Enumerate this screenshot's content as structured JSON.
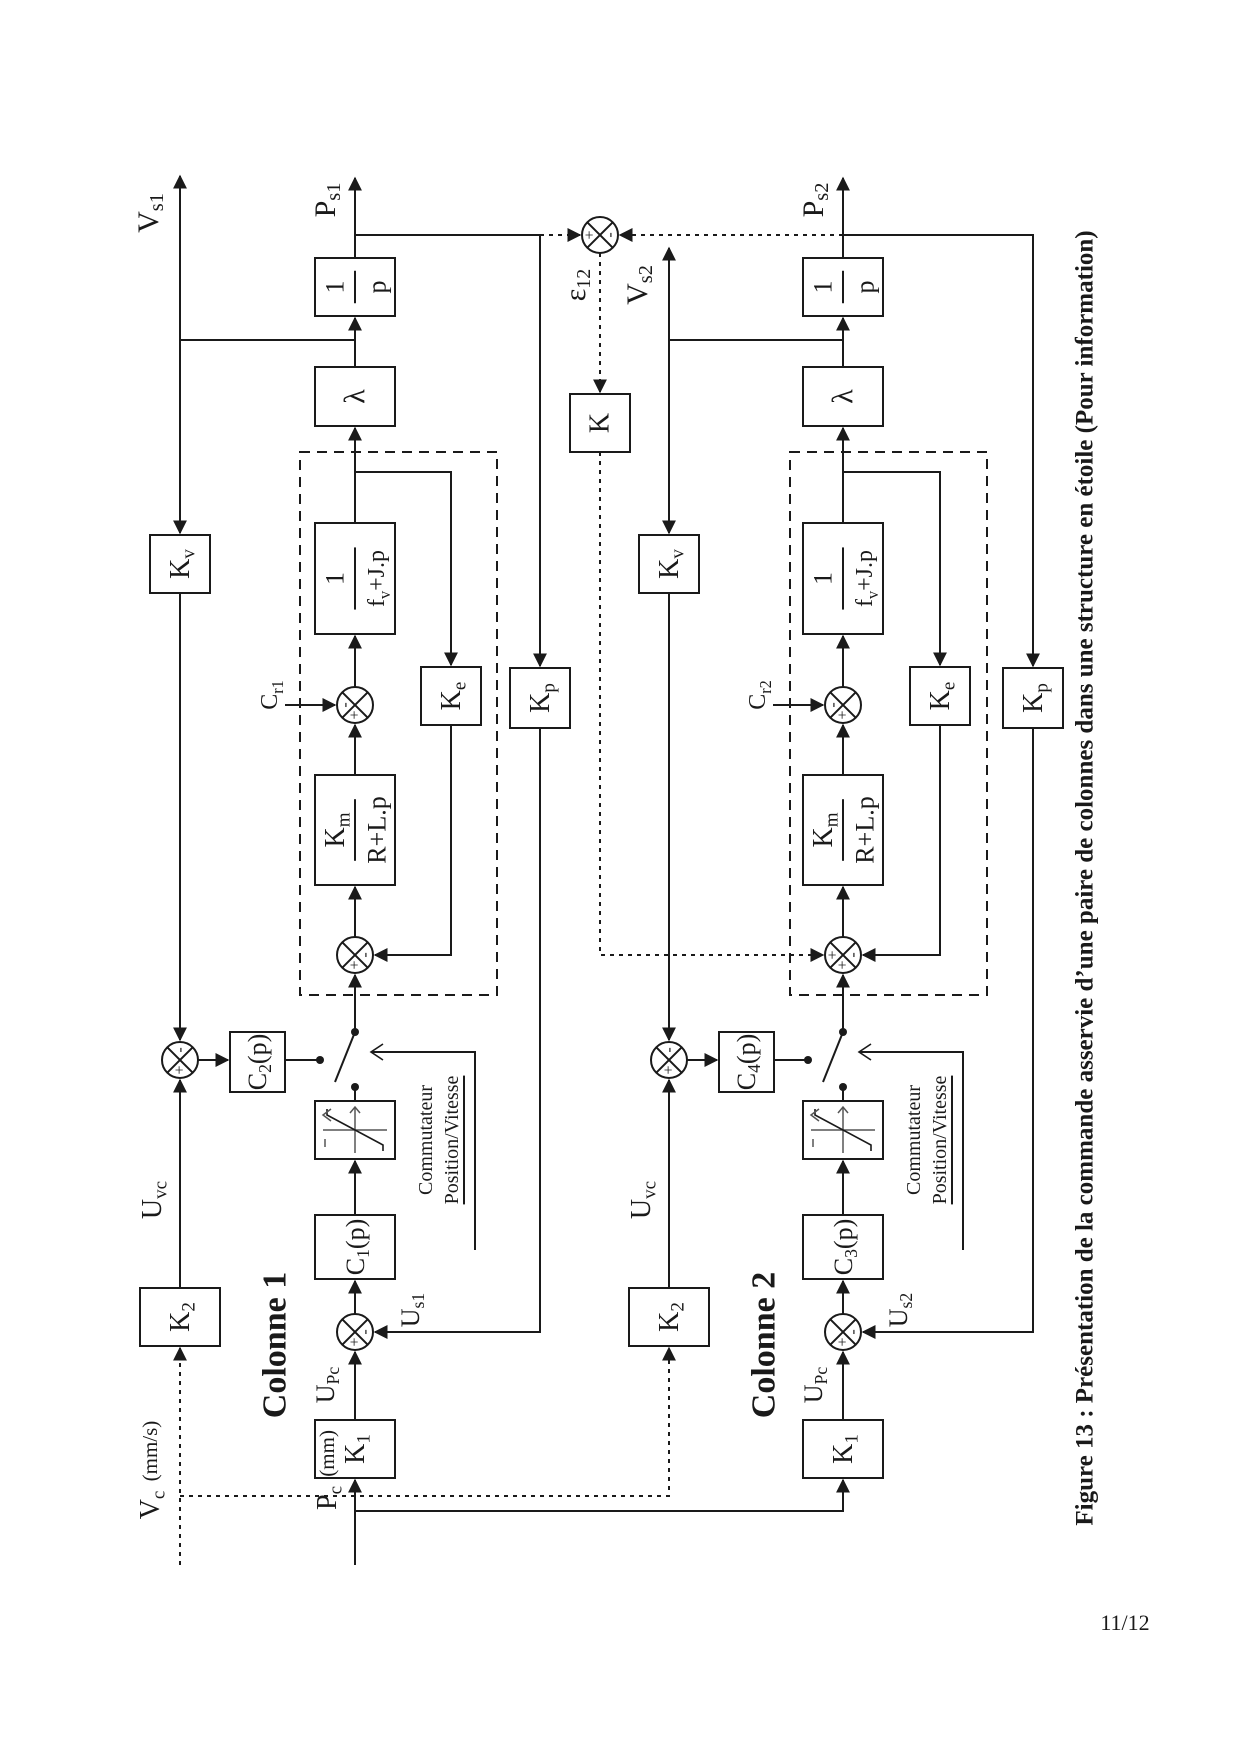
{
  "caption": "Figure 13 : Présentation de la commande asservie d’une paire de colonnes dans une structure en étoile (Pour information)",
  "page_number": "11/12",
  "inputs": {
    "velocity_setpoint": {
      "main": "V",
      "sub": "c",
      "unit": "(mm/s)"
    },
    "position_setpoint": {
      "main": "P",
      "sub": "c",
      "unit": "(mm)"
    }
  },
  "coupling": {
    "error_label_main": "ε",
    "error_label_sub": "12",
    "gain_label": "K",
    "sum_plus": "+",
    "sum_minus": "-"
  },
  "columns": [
    {
      "title": "Colonne 1",
      "k1": {
        "main": "K",
        "sub": "1"
      },
      "k2": {
        "main": "K",
        "sub": "2"
      },
      "upc": {
        "main": "U",
        "sub": "Pc"
      },
      "us": {
        "main": "U",
        "sub": "s1"
      },
      "uvc": {
        "main": "U",
        "sub": "vc"
      },
      "c_pos": {
        "main": "C",
        "sub": "1",
        "tail": "(p)"
      },
      "c_vel": {
        "main": "C",
        "sub": "2",
        "tail": "(p)"
      },
      "switch_label_line1": "Commutateur",
      "switch_label_line2": "Position/Vitesse",
      "motor_num": {
        "main": "K",
        "sub": "m"
      },
      "motor_den": "R+L.p",
      "mech_num": "1",
      "mech_den": {
        "main": "f",
        "sub": "v",
        "tail": "+J.p"
      },
      "ke": {
        "main": "K",
        "sub": "e"
      },
      "cr": {
        "main": "C",
        "sub": "r1"
      },
      "lambda": "λ",
      "integ_num": "1",
      "integ_den": "p",
      "kv": {
        "main": "K",
        "sub": "v"
      },
      "kp": {
        "main": "K",
        "sub": "p"
      },
      "vs": {
        "main": "V",
        "sub": "s1"
      },
      "ps": {
        "main": "P",
        "sub": "s1"
      }
    },
    {
      "title": "Colonne 2",
      "k1": {
        "main": "K",
        "sub": "1"
      },
      "k2": {
        "main": "K",
        "sub": "2"
      },
      "upc": {
        "main": "U",
        "sub": "Pc"
      },
      "us": {
        "main": "U",
        "sub": "s2"
      },
      "uvc": {
        "main": "U",
        "sub": "vc"
      },
      "c_pos": {
        "main": "C",
        "sub": "3",
        "tail": "(p)"
      },
      "c_vel": {
        "main": "C",
        "sub": "4",
        "tail": "(p)"
      },
      "switch_label_line1": "Commutateur",
      "switch_label_line2": "Position/Vitesse",
      "motor_num": {
        "main": "K",
        "sub": "m"
      },
      "motor_den": "R+L.p",
      "mech_num": "1",
      "mech_den": {
        "main": "f",
        "sub": "v",
        "tail": "+J.p"
      },
      "ke": {
        "main": "K",
        "sub": "e"
      },
      "cr": {
        "main": "C",
        "sub": "r2"
      },
      "lambda": "λ",
      "integ_num": "1",
      "integ_den": "p",
      "kv": {
        "main": "K",
        "sub": "v"
      },
      "kp": {
        "main": "K",
        "sub": "p"
      },
      "vs": {
        "main": "V",
        "sub": "s2"
      },
      "ps": {
        "main": "P",
        "sub": "s2"
      }
    }
  ],
  "sum_signs": {
    "plus": "+",
    "minus": "-"
  }
}
